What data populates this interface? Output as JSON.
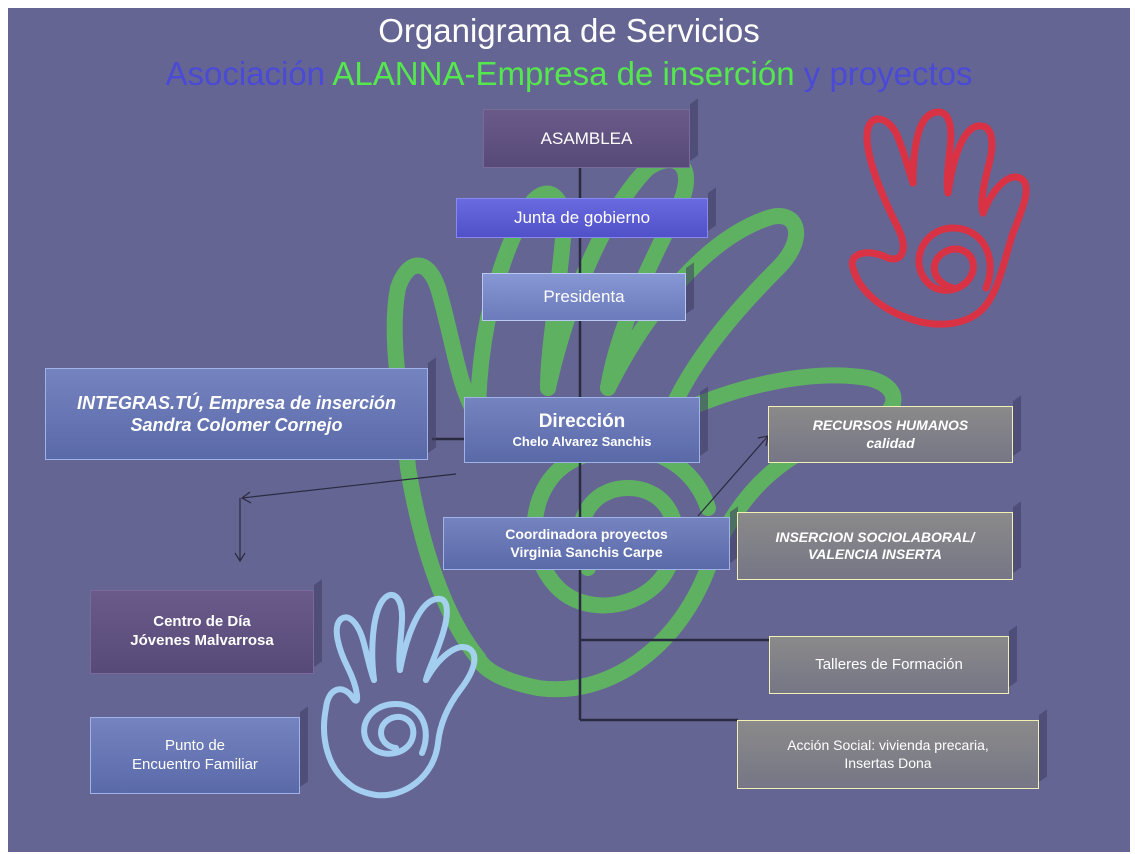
{
  "title": "Organigrama de Servicios",
  "subtitle": {
    "part1": "Asociación",
    "part2": "ALANNA-Empresa de inserción",
    "part3": "y proyectos"
  },
  "nodes": {
    "asamblea": "ASAMBLEA",
    "junta": "Junta de gobierno",
    "presidenta": "Presidenta",
    "direccion": {
      "title": "Dirección",
      "name": "Chelo Alvarez Sanchis"
    },
    "integras": {
      "line1": "INTEGRAS.TÚ, Empresa de inserción",
      "line2": "Sandra Colomer Cornejo"
    },
    "coordinadora": {
      "line1": "Coordinadora  proyectos",
      "line2": "Virginia Sanchis Carpe"
    },
    "centro_dia": {
      "line1": "Centro de Día",
      "line2": "Jóvenes Malvarrosa"
    },
    "punto_encuentro": {
      "line1": "Punto de",
      "line2": "Encuentro Familiar"
    },
    "recursos_humanos": {
      "line1": "RECURSOS HUMANOS",
      "line2": "calidad"
    },
    "insercion": {
      "line1": "INSERCION SOCIOLABORAL/",
      "line2": "VALENCIA INSERTA"
    },
    "talleres": "Talleres de Formación",
    "accion_social": {
      "line1": "Acción Social: vivienda precaria,",
      "line2": "Insertas Dona"
    }
  },
  "colors": {
    "background": "#656593",
    "green_hand": "#5fbf5a",
    "red_hand": "#e03040",
    "blue_hand": "#a8d4f4",
    "accent_blue": "#4a4ad6",
    "accent_green": "#54e84e"
  },
  "icons": [
    "green-hand-icon",
    "red-hand-icon",
    "blue-hand-icon"
  ]
}
